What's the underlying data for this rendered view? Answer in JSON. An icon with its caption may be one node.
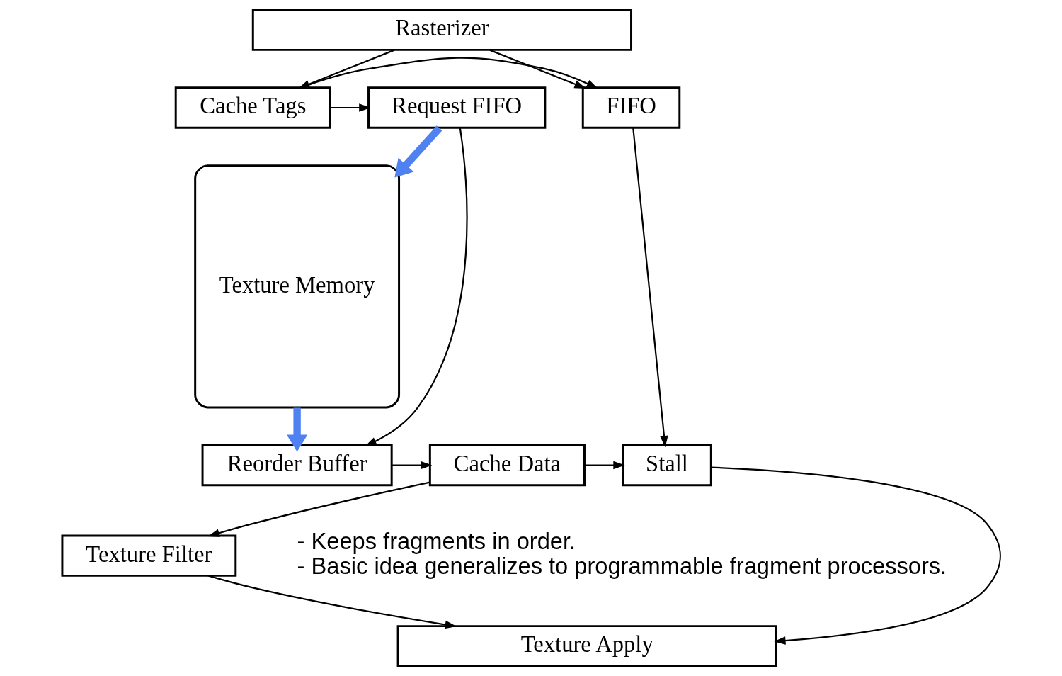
{
  "diagram": {
    "nodes": [
      {
        "text": [
          "Rasterizer"
        ]
      },
      {
        "text": [
          "FIFO"
        ]
      },
      {
        "text": [
          "Cache Tags"
        ]
      },
      {
        "text": [
          "Request FIFO"
        ]
      },
      {
        "text": [
          "Texture Memory"
        ]
      },
      {
        "text": [
          "Stall"
        ]
      },
      {
        "text": [
          "Cache Data"
        ]
      },
      {
        "text": [
          "Reorder Buffer"
        ]
      },
      {
        "text": [
          "Texture Filter"
        ]
      },
      {
        "text": [
          "Texture Apply"
        ]
      }
    ],
    "edges": [
      {
        "from": 0,
        "to": 1,
        "arrow": "to"
      },
      {
        "from": 0,
        "to": 2,
        "arrow": "to"
      },
      {
        "from": 2,
        "to": 1,
        "arrow": "to"
      },
      {
        "from": 2,
        "to": 3,
        "arrow": "to"
      },
      {
        "from": 3,
        "to": 4,
        "arrow": "to",
        "style": "thick",
        "color": "#4f81f0"
      },
      {
        "from": 3,
        "to": 7,
        "arrow": "to"
      },
      {
        "from": 1,
        "to": 5,
        "arrow": "to"
      },
      {
        "from": 6,
        "to": 5,
        "arrow": "to"
      },
      {
        "from": 7,
        "to": 6,
        "arrow": "to"
      },
      {
        "from": 4,
        "to": 7,
        "arrow": "to",
        "style": "thick",
        "color": "#4f81f0"
      },
      {
        "from": 6,
        "to": 8,
        "arrow": "to"
      },
      {
        "from": 5,
        "to": 9,
        "arrow": "to"
      },
      {
        "from": 8,
        "to": 9,
        "arrow": "to"
      }
    ],
    "labels": [
      "- Keeps fragments in order.",
      "- Basic idea generalizes to programmable fragment processors."
    ]
  }
}
